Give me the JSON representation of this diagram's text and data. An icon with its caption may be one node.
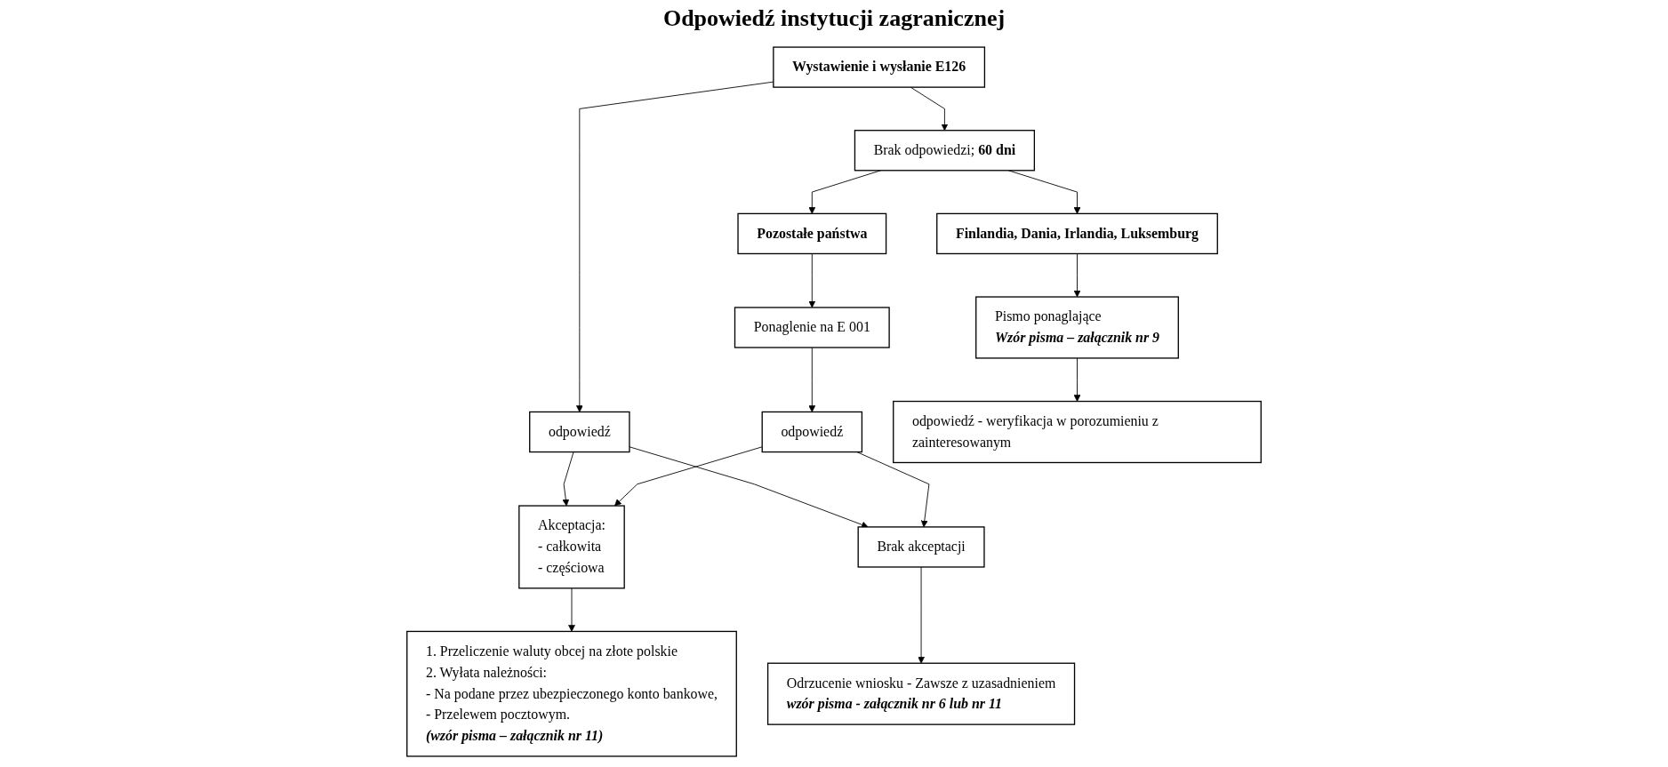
{
  "diagram": {
    "title": "Odpowiedź instytucji zagranicznej",
    "nodes": [
      {
        "text": [
          "Wystawienie i wysłanie E126"
        ]
      },
      {
        "text": [
          "Brak odpowiedzi; **60 dni**"
        ]
      },
      {
        "text": [
          "odpowiedź"
        ]
      },
      {
        "text": [
          "Finlandia, Dania, Irlandia, Luksemburg"
        ]
      },
      {
        "text": [
          "Pozostałe państwa"
        ]
      },
      {
        "text": [
          "Akceptacja:",
          "- całkowita",
          "- częściowa"
        ]
      },
      {
        "text": [
          "Brak akceptacji"
        ]
      },
      {
        "text": [
          "Pismo ponaglające",
          "Wzór pisma – załącznik nr 9"
        ]
      },
      {
        "text": [
          "Ponaglenie na E 001"
        ]
      },
      {
        "text": [
          "Odrzucenie wniosku - Zawsze z uzasadnieniem",
          "wzór pisma - załącznik nr 6 lub nr 11"
        ]
      },
      {
        "text": [
          "odpowiedź"
        ]
      },
      {
        "text": [
          "1. Przeliczenie waluty obcej na złote polskie",
          "2. Wyłata należności:",
          "- Na podane przez ubezpieczonego konto bankowe,",
          "- Przelewem pocztowym.",
          "(wzór pisma – załącznik nr 11)"
        ]
      },
      {
        "text": [
          "odpowiedź - weryfikacja w porozumieniu z zainteresowanym"
        ]
      }
    ],
    "edges": [
      {
        "from": 0,
        "to": 1,
        "arrow": "to"
      },
      {
        "from": 0,
        "to": 2,
        "arrow": "to"
      },
      {
        "from": 1,
        "to": 3,
        "arrow": "to"
      },
      {
        "from": 1,
        "to": 4,
        "arrow": "to"
      },
      {
        "from": 2,
        "to": 5,
        "arrow": "to"
      },
      {
        "from": 2,
        "to": 6,
        "arrow": "to"
      },
      {
        "from": 3,
        "to": 7,
        "arrow": "to"
      },
      {
        "from": 7,
        "to": 12,
        "arrow": "to"
      },
      {
        "from": 4,
        "to": 8,
        "arrow": "to"
      },
      {
        "from": 8,
        "to": 10,
        "arrow": "to"
      },
      {
        "from": 10,
        "to": 5,
        "arrow": "to"
      },
      {
        "from": 10,
        "to": 6,
        "arrow": "to"
      },
      {
        "from": 5,
        "to": 11,
        "arrow": "to"
      },
      {
        "from": 6,
        "to": 9,
        "arrow": "to"
      }
    ]
  }
}
